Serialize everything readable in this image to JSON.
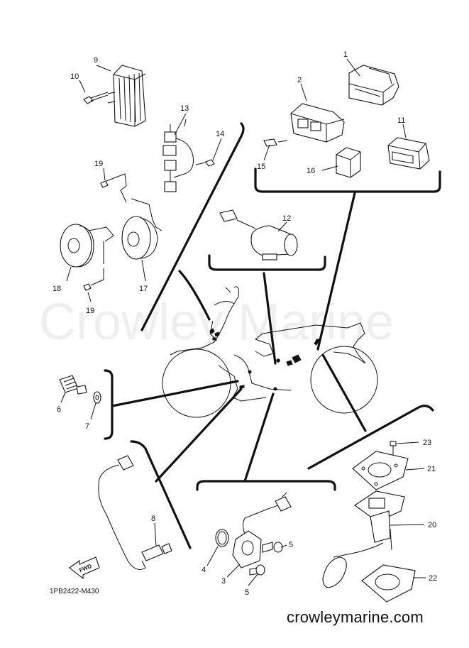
{
  "watermark": "Crowley Marine",
  "footer_site": "crowleymarine.com",
  "diagram_code": "1PB2422-M430",
  "fwd_label": "FWD",
  "callouts": {
    "c1": "1",
    "c2": "2",
    "c3": "3",
    "c4": "4",
    "c5a": "5",
    "c5b": "5",
    "c6": "6",
    "c7": "7",
    "c8": "8",
    "c9": "9",
    "c10": "10",
    "c11": "11",
    "c12": "12",
    "c13": "13",
    "c14": "14",
    "c15": "15",
    "c16": "16",
    "c17": "17",
    "c18": "18",
    "c19a": "19",
    "c19b": "19",
    "c20": "20",
    "c21": "21",
    "c22": "22",
    "c23": "23"
  }
}
